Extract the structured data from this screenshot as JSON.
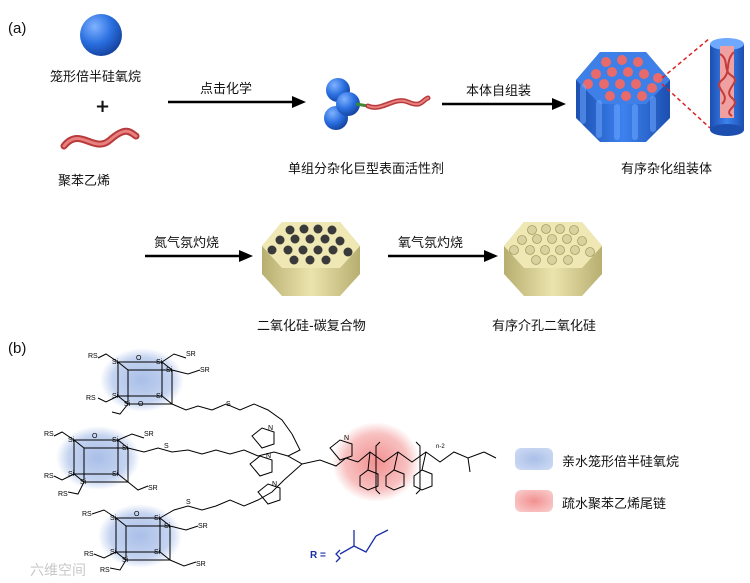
{
  "panel_a": {
    "label": "(a)",
    "poss_label": "笼形倍半硅氧烷",
    "plus": "+",
    "ps_label": "聚苯乙烯",
    "click_chem": "点击化学",
    "surfactant_label": "单组分杂化巨型表面活性剂",
    "self_assembly": "本体自组装",
    "ordered_hybrid": "有序杂化组装体",
    "n2_calcine": "氮气氛灼烧",
    "composite_label": "二氧化硅-碳复合物",
    "o2_calcine": "氧气氛灼烧",
    "mesoporous_label": "有序介孔二氧化硅"
  },
  "panel_b": {
    "label": "(b)",
    "legend_hydrophilic": "亲水笼形倍半硅氧烷",
    "legend_hydrophobic": "疏水聚苯乙烯尾链",
    "r_def": "R =",
    "chem": {
      "si": "Si",
      "o": "O",
      "rs": "RS",
      "sr": "SR",
      "s": "S",
      "n": "N",
      "subscript": "n-2"
    }
  },
  "watermark": "六维空间",
  "colors": {
    "poss_blue": "#2a6fe0",
    "ps_red": "#e06060",
    "cylinder_tan": "#e6dfa6",
    "pore_dark": "#3a3a3a",
    "legend_blue": "#b9c9ea",
    "legend_red": "#f5b5b5",
    "r_group_blue": "#1a2fa8"
  }
}
